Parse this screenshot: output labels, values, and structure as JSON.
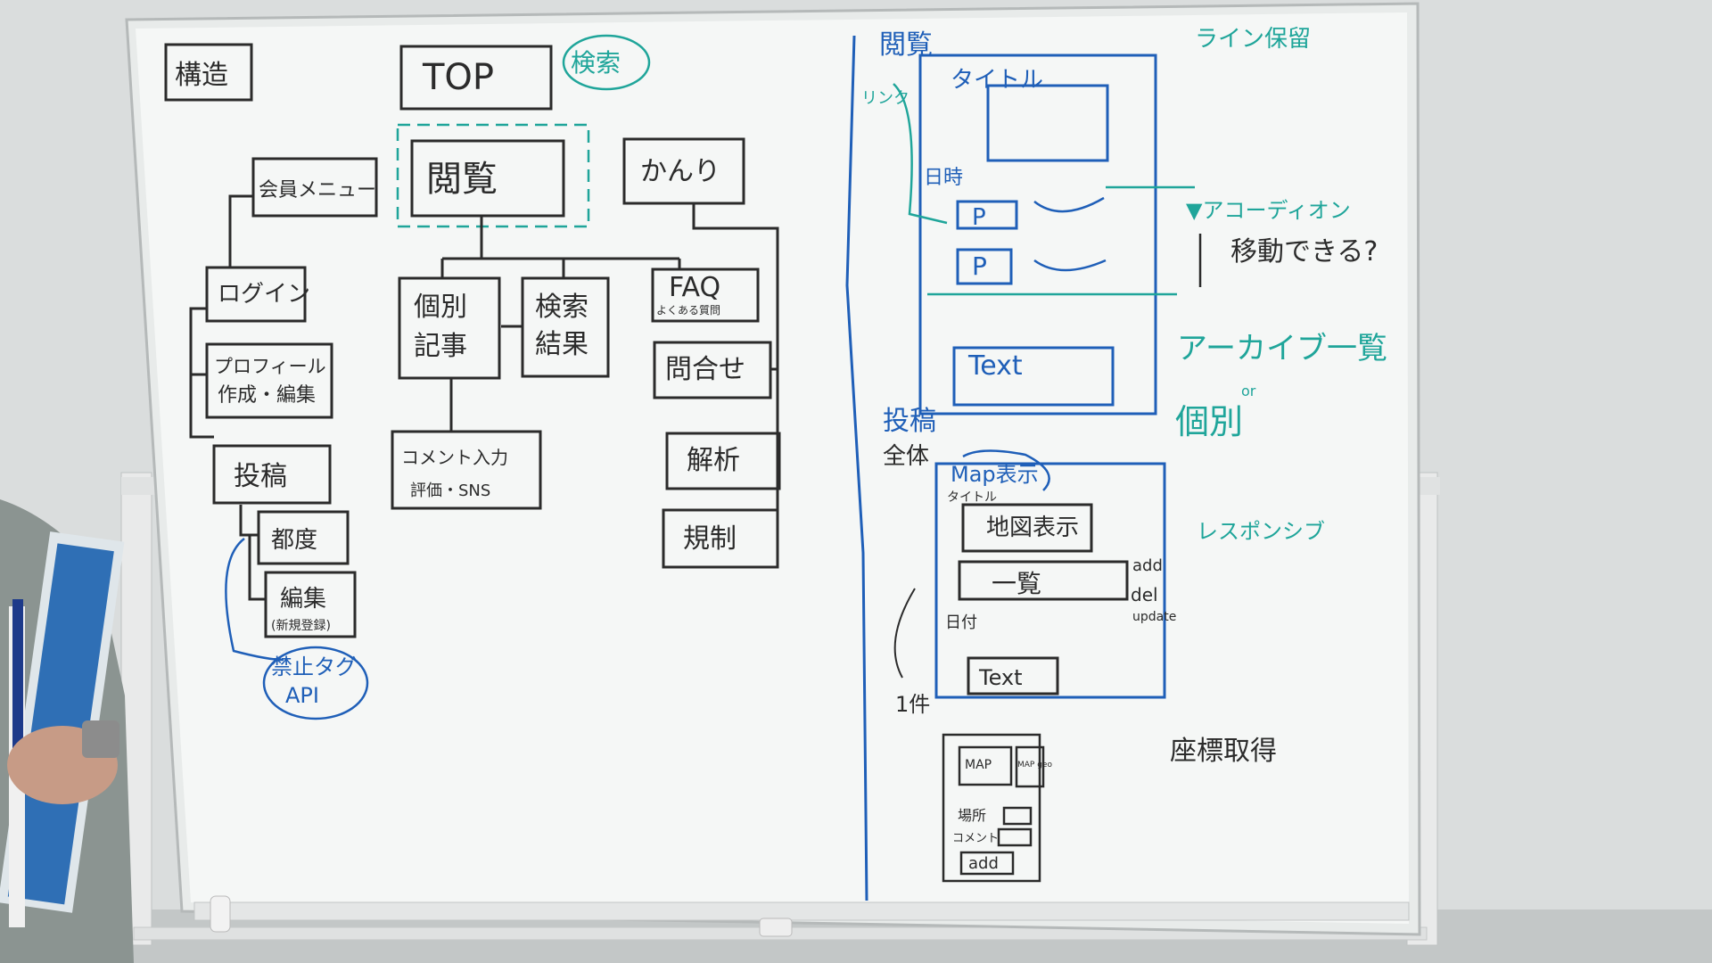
{
  "colors": {
    "ink": "#2b2b2b",
    "blue": "#1f5fb8",
    "teal": "#1fa59a",
    "board": "#f4f6f5",
    "wall": "#d6d9d9"
  },
  "left": {
    "structure": "構造",
    "top": "TOP",
    "search": "検索",
    "browse": "閲覧",
    "admin": "かんり",
    "member_menu": "会員メニュー",
    "login": "ログイン",
    "profile_line1": "プロフィール",
    "profile_line2": "作成・編集",
    "post": "投稿",
    "each_time": "都度",
    "edit": "編集",
    "edit_sub": "(新規登録)",
    "banned_tag": "禁止タグ",
    "api": "API",
    "article_line1": "個別",
    "article_line2": "記事",
    "result_line1": "検索",
    "result_line2": "結果",
    "comment_line1": "コメント入力",
    "comment_line2": "評価・SNS",
    "faq": "FAQ",
    "faq_sub": "よくある質問",
    "contact": "問合せ",
    "analysis": "解析",
    "rules": "規制"
  },
  "right": {
    "browse": "閲覧",
    "line_hold": "ライン保留",
    "title": "タイトル",
    "link": "リンク",
    "date": "日時",
    "p": "P",
    "text": "Text",
    "accordion": "▼アコーディオン",
    "movable": "移動できる?",
    "archive": "アーカイブ一覧",
    "or": "or",
    "individual": "個別",
    "post": "投稿",
    "whole": "全体",
    "map_display": "Map表示",
    "title_small": "タイトル",
    "map_view": "地図表示",
    "list": "一覧",
    "add": "add",
    "del": "del",
    "update": "update",
    "date_small": "日付",
    "one_item": "1件",
    "responsive": "レスポンシブ",
    "coords": "座標取得",
    "map": "MAP",
    "map_geo": "MAP geo",
    "place": "場所",
    "comment": "コメント",
    "add_btn": "add"
  }
}
